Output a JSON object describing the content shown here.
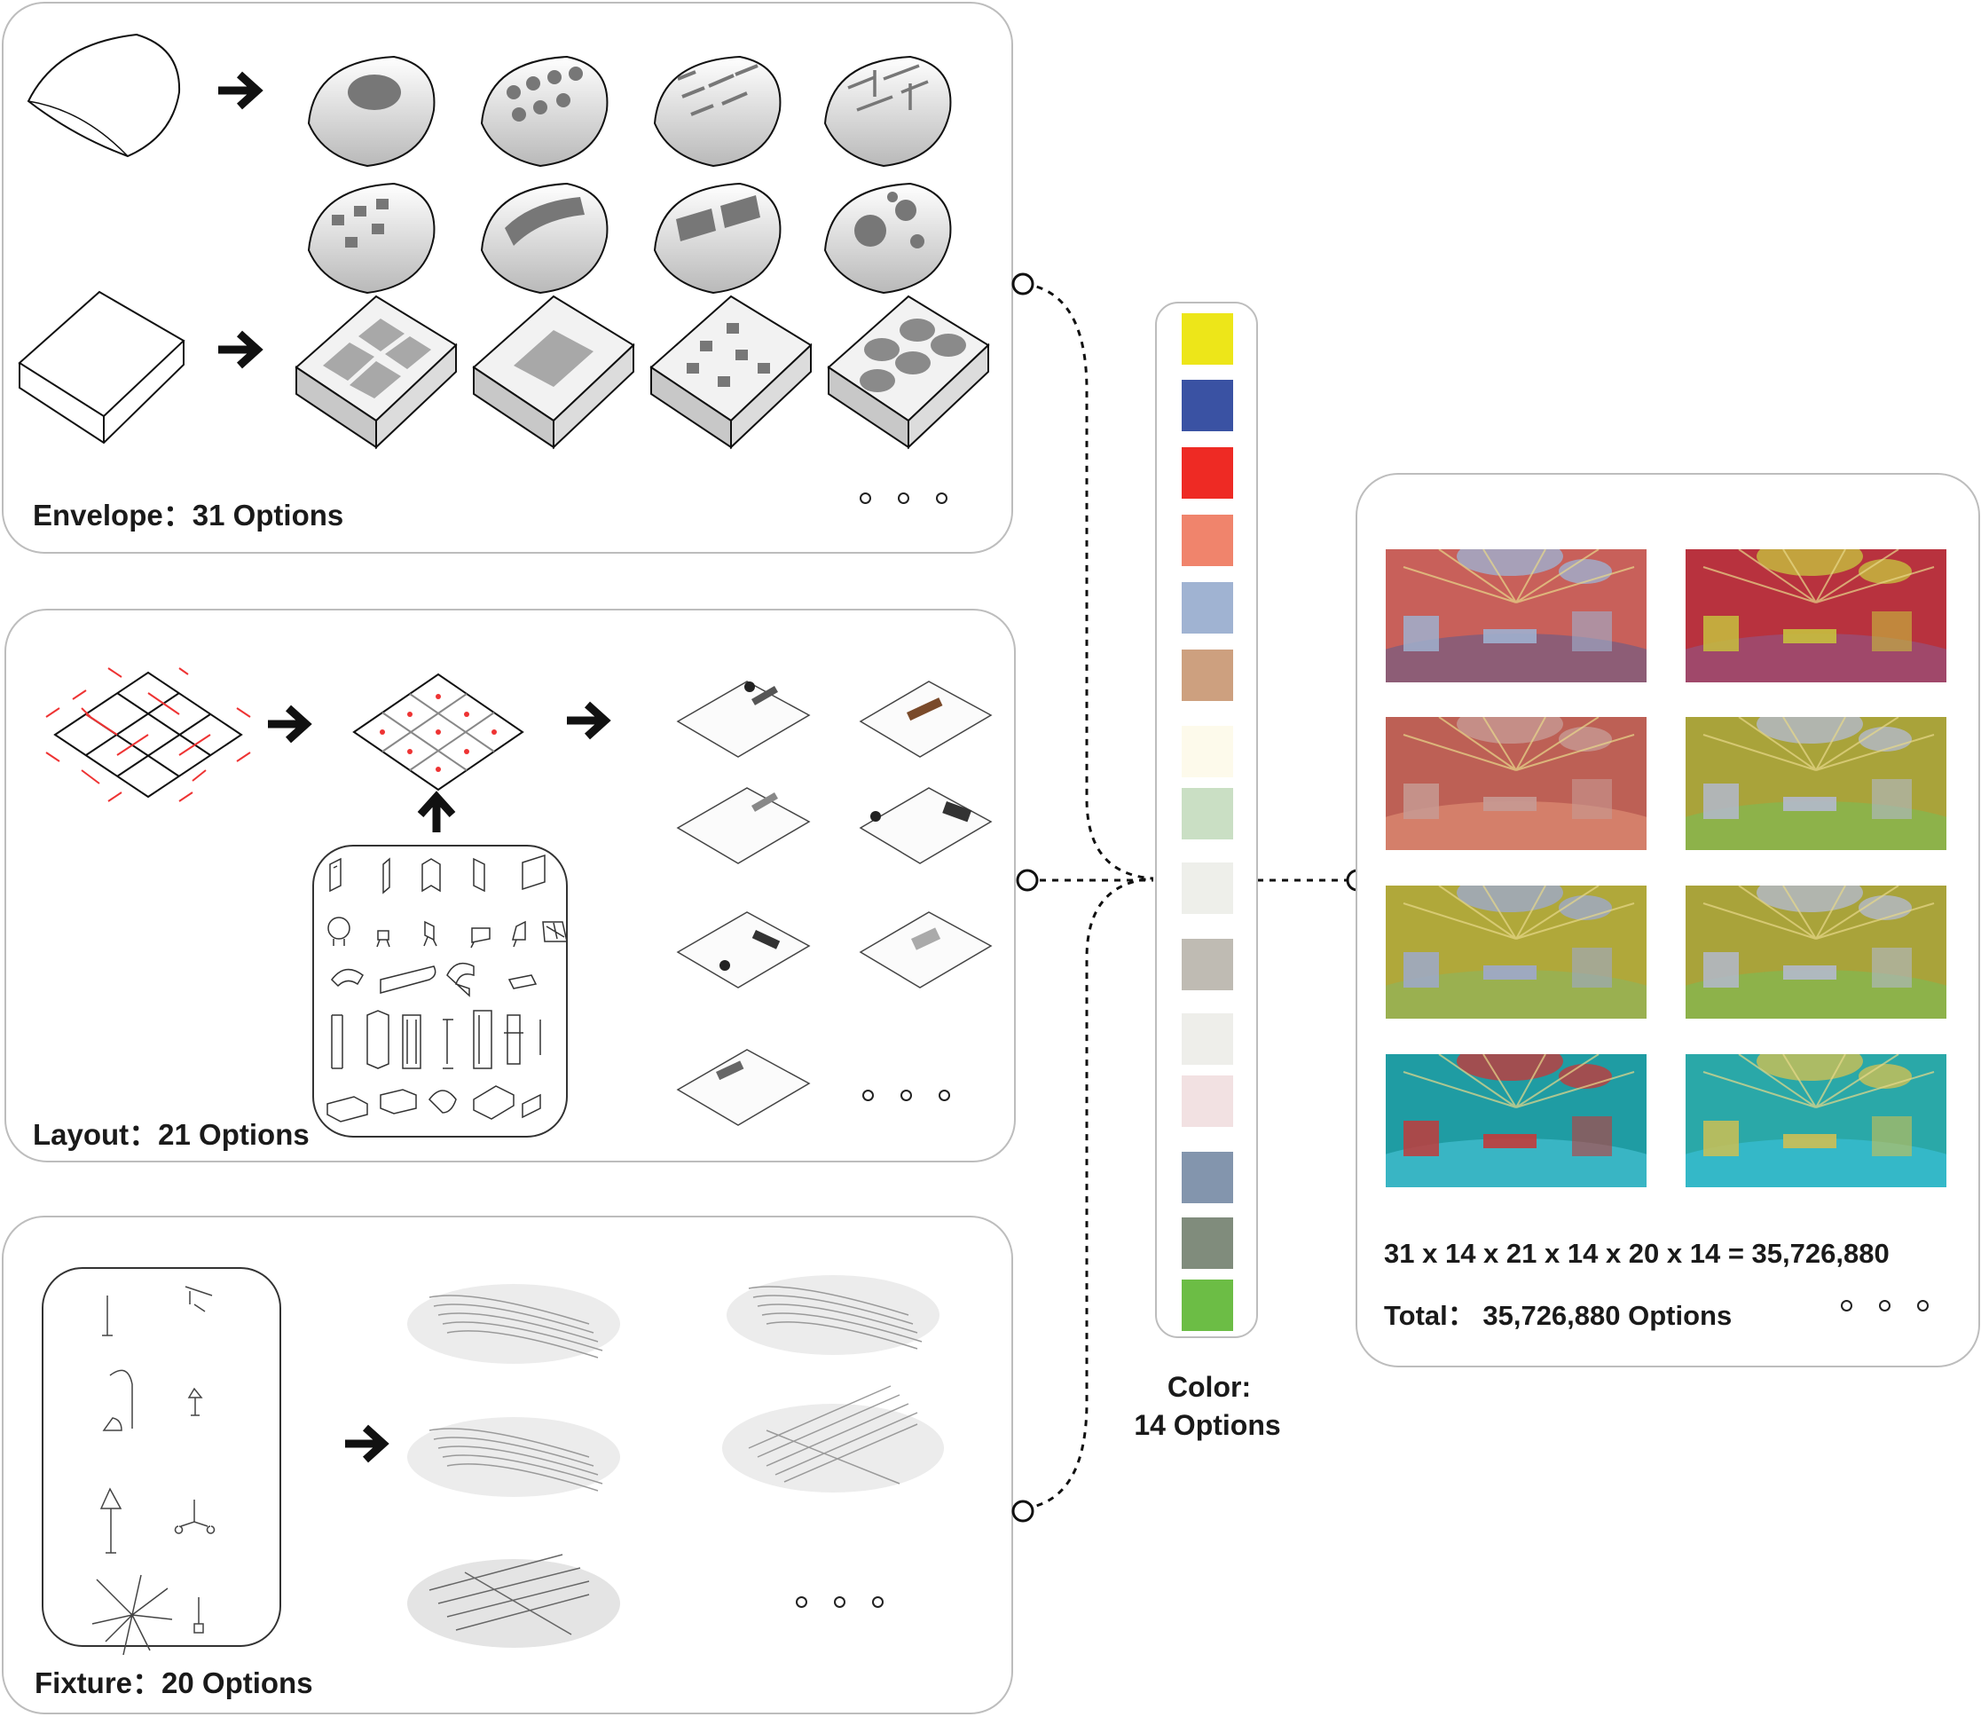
{
  "envelope": {
    "label": "Envelope",
    "count": "31 Options"
  },
  "layout": {
    "label": "Layout",
    "count": "21 Options"
  },
  "fixture": {
    "label": "Fixture",
    "count": "20 Options"
  },
  "color": {
    "label": "Color:",
    "count": "14 Options",
    "swatches": [
      "#EDE619",
      "#3A52A3",
      "#EE2A24",
      "#F0846C",
      "#A0B3D2",
      "#CDA07F",
      "#FDFAEB",
      "#CADFC4",
      "#EEEFEA",
      "#BFBBB3",
      "#EEEEEA",
      "#F2E1E2",
      "#8395AD",
      "#808C7C",
      "#6CBD45"
    ]
  },
  "result": {
    "formula": "31 x 14 x 21 x 14 x 20 x 14 =  35,726,880",
    "total": "Total：  35,726,880 Options",
    "renders": [
      {
        "bg": "#c8605a",
        "floor": "#8d5d76",
        "accent": "#9fb0cf"
      },
      {
        "bg": "#b8323e",
        "floor": "#a0486a",
        "accent": "#c6bf3e"
      },
      {
        "bg": "#bd6055",
        "floor": "#d47f6a",
        "accent": "#c79a93"
      },
      {
        "bg": "#a9a33a",
        "floor": "#8db24a",
        "accent": "#b3b9cc"
      },
      {
        "bg": "#b0a83a",
        "floor": "#9ab050",
        "accent": "#9ea9cc"
      },
      {
        "bg": "#a9a33a",
        "floor": "#8db24a",
        "accent": "#b3b9cc"
      },
      {
        "bg": "#1f9ca3",
        "floor": "#39b5c4",
        "accent": "#c23b3b"
      },
      {
        "bg": "#2aa8a8",
        "floor": "#34b8c8",
        "accent": "#cdbf54"
      }
    ]
  }
}
